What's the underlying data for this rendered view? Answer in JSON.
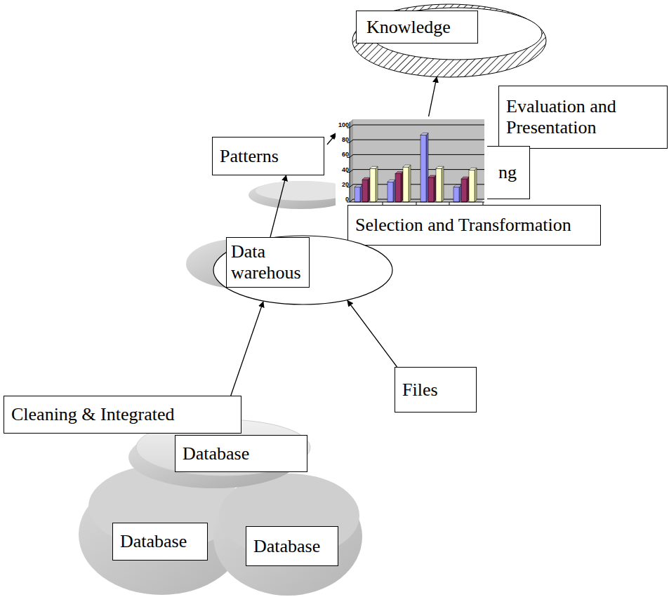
{
  "diagram": {
    "nodes": [
      {
        "text": [
          "Knowledge"
        ]
      },
      {
        "text": [
          "Evaluation and Presentation"
        ]
      },
      {
        "text": [
          "Patterns"
        ]
      },
      {
        "text": [
          "ng"
        ]
      },
      {
        "text": [
          "Selection and Transformation"
        ]
      },
      {
        "text": [
          "Data warehous"
        ]
      },
      {
        "text": [
          "Files"
        ]
      },
      {
        "text": [
          "Cleaning & Integrated"
        ]
      },
      {
        "text": [
          "Database"
        ]
      },
      {
        "text": [
          "Database"
        ]
      },
      {
        "text": [
          "Database"
        ]
      }
    ],
    "edges": [
      {
        "from": 7,
        "to": 5,
        "arrow": "to"
      },
      {
        "from": 6,
        "to": 5,
        "arrow": "to"
      },
      {
        "from": 5,
        "to": 2,
        "arrow": "to"
      },
      {
        "from": 3,
        "to": 0,
        "arrow": "to"
      }
    ],
    "labels": [
      "100",
      "80",
      "60",
      "40",
      "20",
      "0"
    ]
  }
}
